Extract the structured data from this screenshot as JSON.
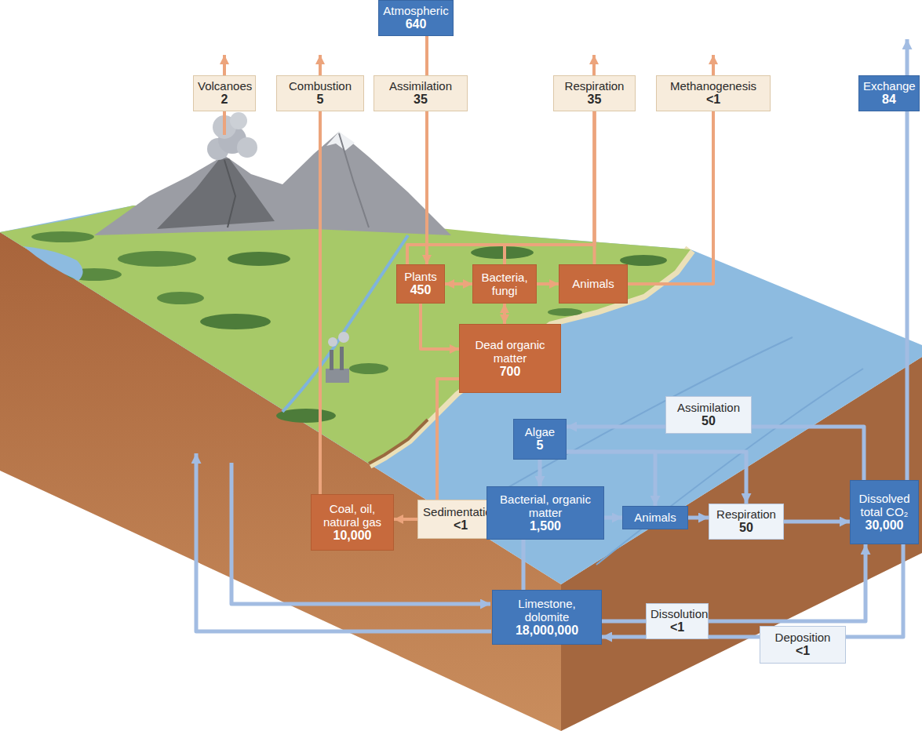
{
  "diagram": {
    "nodes": [
      {
        "text": [
          "Atmospheric",
          "640"
        ]
      },
      {
        "text": [
          "Volcanoes",
          "2"
        ]
      },
      {
        "text": [
          "Combustion",
          "5"
        ]
      },
      {
        "text": [
          "Assimilation",
          "35"
        ]
      },
      {
        "text": [
          "Respiration",
          "35"
        ]
      },
      {
        "text": [
          "Methanogenesis",
          "<1"
        ]
      },
      {
        "text": [
          "Exchange",
          "84"
        ]
      },
      {
        "text": [
          "Plants",
          "450"
        ]
      },
      {
        "text": [
          "Bacteria, fungi"
        ]
      },
      {
        "text": [
          "Animals"
        ]
      },
      {
        "text": [
          "Dead organic matter",
          "700"
        ]
      },
      {
        "text": [
          "Assimilation",
          "50"
        ]
      },
      {
        "text": [
          "Algae",
          "5"
        ]
      },
      {
        "text": [
          "Coal, oil, natural gas",
          "10,000"
        ]
      },
      {
        "text": [
          "Sedimentation",
          "<1"
        ]
      },
      {
        "text": [
          "Bacterial, organic matter",
          "1,500"
        ]
      },
      {
        "text": [
          "Animals"
        ]
      },
      {
        "text": [
          "Respiration",
          "50"
        ]
      },
      {
        "text": [
          "Dissolved total CO₂",
          "30,000"
        ]
      },
      {
        "text": [
          "Limestone, dolomite",
          "18,000,000"
        ]
      },
      {
        "text": [
          "Dissolution",
          "<1"
        ]
      },
      {
        "text": [
          "Deposition",
          "<1"
        ]
      }
    ],
    "edges": [
      {
        "from": 0,
        "to": 3,
        "arrow": "none"
      },
      {
        "from": 3,
        "to": 7,
        "arrow": "to"
      },
      {
        "from": 13,
        "to": 2,
        "arrow": "none"
      },
      {
        "from": 7,
        "to": 4,
        "arrow": "none"
      },
      {
        "from": 8,
        "to": 4,
        "arrow": "none"
      },
      {
        "from": 9,
        "to": 4,
        "arrow": "none"
      },
      {
        "from": 9,
        "to": 5,
        "arrow": "none"
      },
      {
        "from": 7,
        "to": 8,
        "arrow": "both"
      },
      {
        "from": 8,
        "to": 9,
        "arrow": "to"
      },
      {
        "from": 8,
        "to": 10,
        "arrow": "both"
      },
      {
        "from": 7,
        "to": 10,
        "arrow": "to"
      },
      {
        "from": 10,
        "to": 14,
        "arrow": "none"
      },
      {
        "from": 14,
        "to": 13,
        "arrow": "to"
      },
      {
        "from": 18,
        "to": 11,
        "arrow": "none"
      },
      {
        "from": 11,
        "to": 12,
        "arrow": "to"
      },
      {
        "from": 12,
        "to": 15,
        "arrow": "to"
      },
      {
        "from": 12,
        "to": 16,
        "arrow": "to"
      },
      {
        "from": 12,
        "to": 17,
        "arrow": "to"
      },
      {
        "from": 15,
        "to": 16,
        "arrow": "to"
      },
      {
        "from": 16,
        "to": 17,
        "arrow": "to"
      },
      {
        "from": 17,
        "to": 18,
        "arrow": "to"
      },
      {
        "from": 18,
        "to": 6,
        "arrow": "none"
      },
      {
        "from": 18,
        "to": 21,
        "arrow": "none"
      },
      {
        "from": 21,
        "to": 19,
        "arrow": "to"
      },
      {
        "from": 19,
        "to": 20,
        "arrow": "none"
      },
      {
        "from": 20,
        "to": 18,
        "arrow": "to"
      },
      {
        "from": 15,
        "to": 19,
        "arrow": "none"
      }
    ]
  }
}
